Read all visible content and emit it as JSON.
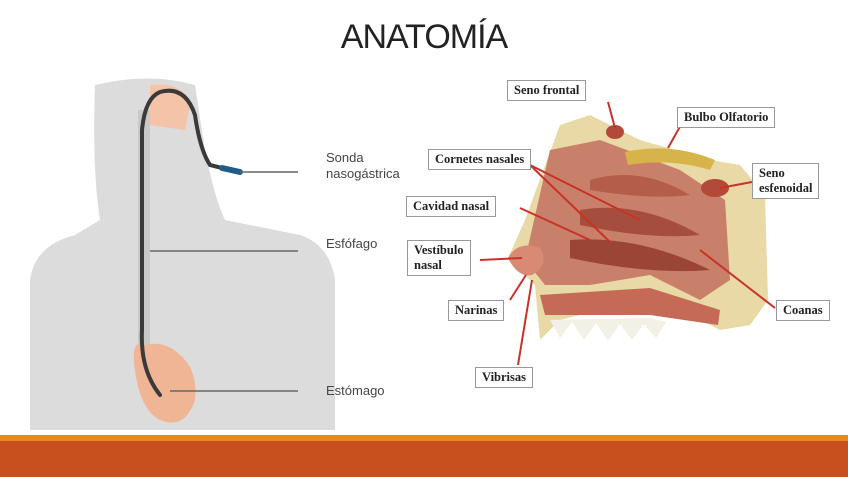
{
  "slide": {
    "title": "ANATOMÍA",
    "colors": {
      "bar_thin": "#e8891a",
      "bar_thick": "#c8501e"
    }
  },
  "left_figure": {
    "labels": [
      {
        "id": "sonda",
        "lines": [
          "Sonda",
          "nasogástrica"
        ]
      },
      {
        "id": "esofago",
        "lines": [
          "Esfófago"
        ]
      },
      {
        "id": "estomago",
        "lines": [
          "Estómago"
        ]
      }
    ]
  },
  "right_figure": {
    "labels": [
      {
        "id": "seno_frontal",
        "lines": [
          "Seno frontal"
        ]
      },
      {
        "id": "bulbo",
        "lines": [
          "Bulbo Olfatorio"
        ]
      },
      {
        "id": "cornetes",
        "lines": [
          "Cornetes nasales"
        ]
      },
      {
        "id": "seno_esf",
        "lines": [
          "Seno",
          "esfenoidal"
        ]
      },
      {
        "id": "cavidad",
        "lines": [
          "Cavidad nasal"
        ]
      },
      {
        "id": "vestibulo",
        "lines": [
          "Vestíbulo",
          "nasal"
        ]
      },
      {
        "id": "narinas",
        "lines": [
          "Narinas"
        ]
      },
      {
        "id": "coanas",
        "lines": [
          "Coanas"
        ]
      },
      {
        "id": "vibrisas",
        "lines": [
          "Vibrisas"
        ]
      }
    ]
  }
}
